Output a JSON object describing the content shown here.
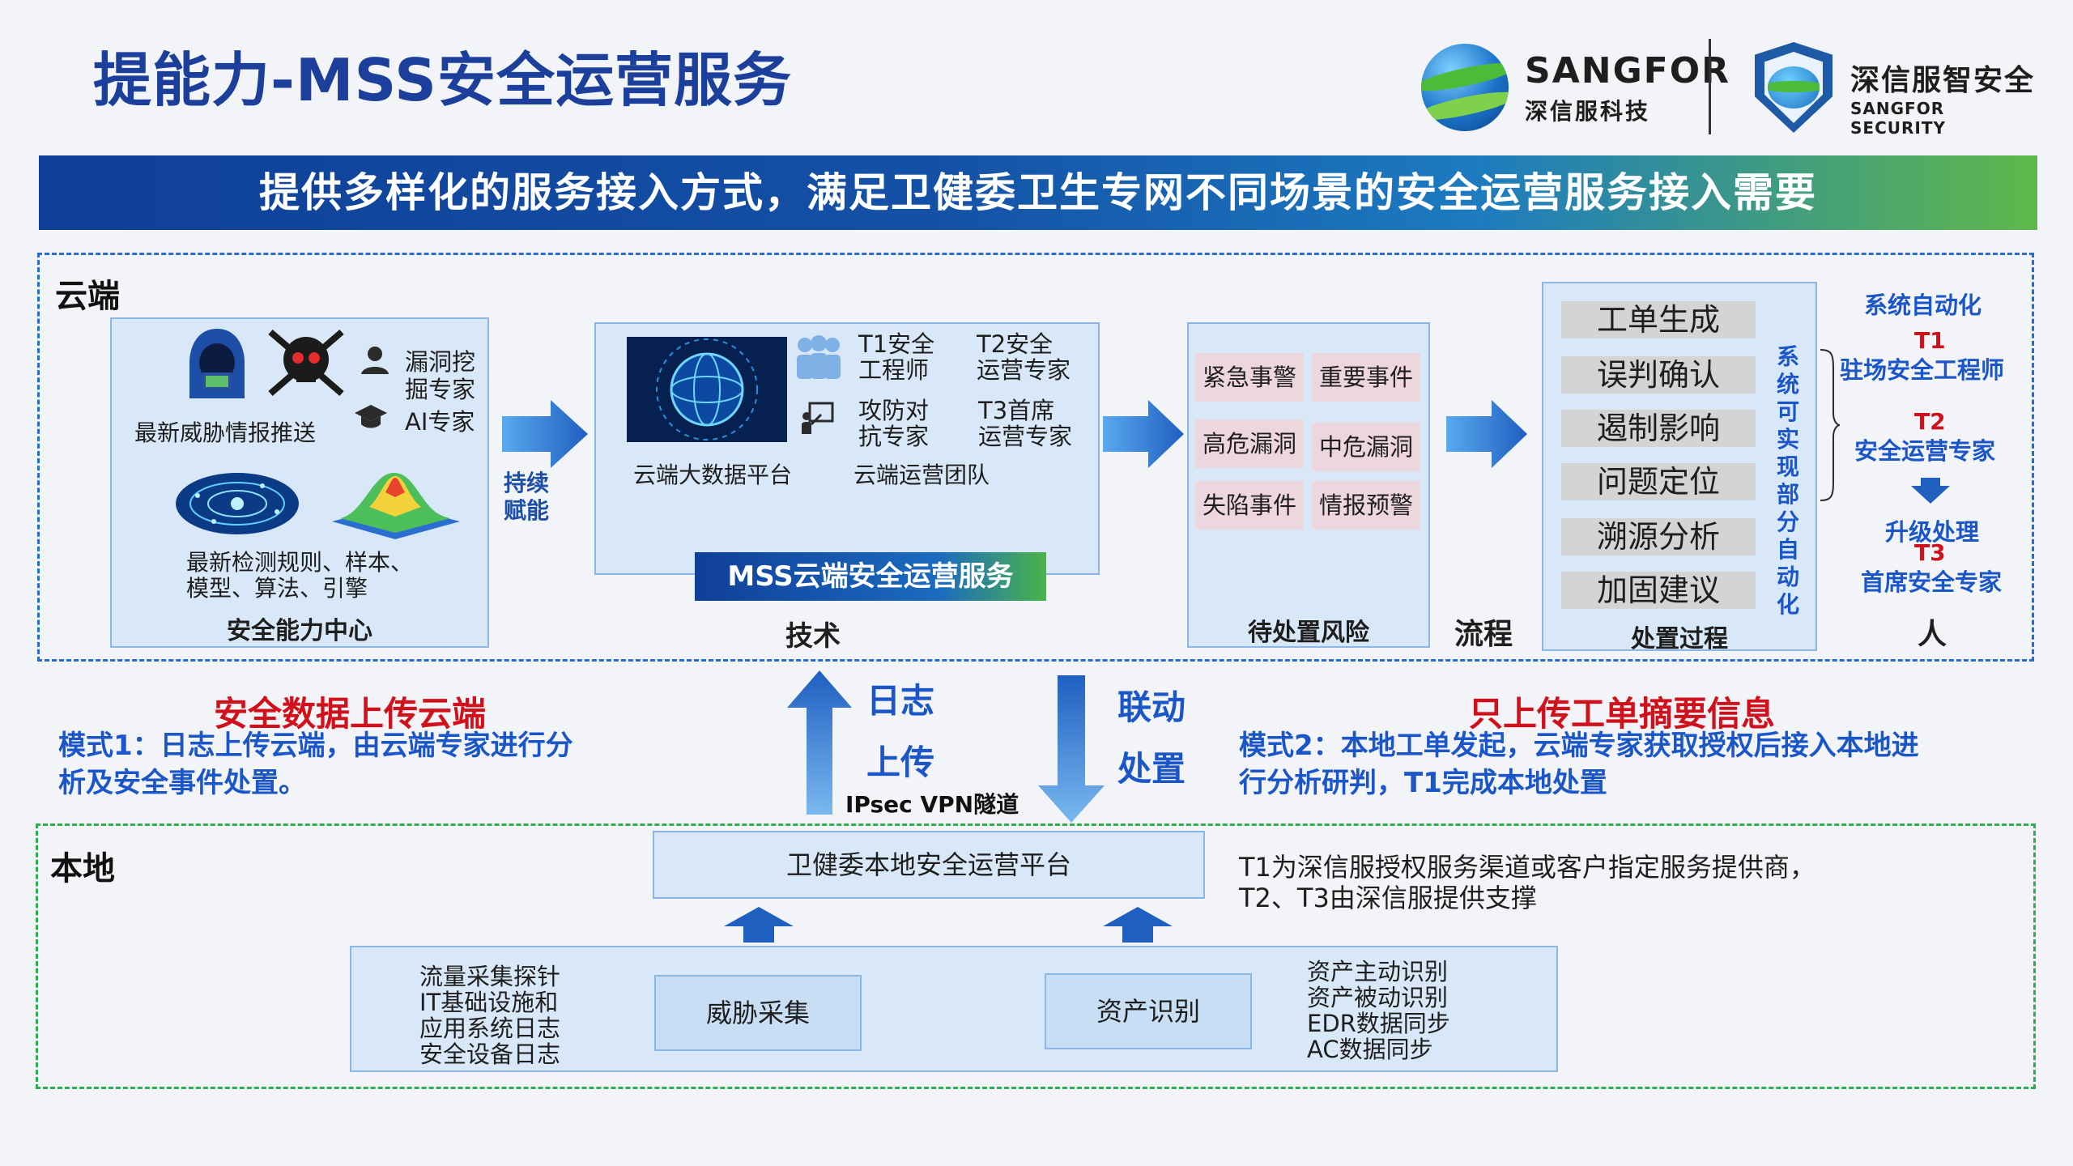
{
  "header": {
    "title": "提能力-MSS安全运营服务",
    "logo1_en": "SANGFOR",
    "logo1_cn": "深信服科技",
    "logo2_cn": "深信服智安全",
    "logo2_en": "SANGFOR SECURITY"
  },
  "banner": {
    "text": "提供多样化的服务接入方式，满足卫健委卫生专网不同场景的安全运营服务接入需要"
  },
  "cloud": {
    "label": "云端",
    "capability_center": {
      "caption": "安全能力中心",
      "threat_intel": "最新威胁情报推送",
      "vuln_expert_line1": "漏洞挖",
      "vuln_expert_line2": "掘专家",
      "ai_expert": "AI专家",
      "rules_line1": "最新检测规则、样本、",
      "rules_line2": "模型、算法、引擎"
    },
    "arrow1_line1": "持续",
    "arrow1_line2": "赋能",
    "tech": {
      "caption": "技术",
      "platform": "云端大数据平台",
      "team": "云端运营团队",
      "t1_line1": "T1安全",
      "t1_line2": "工程师",
      "t2_line1": "T2安全",
      "t2_line2": "运营专家",
      "attack_line1": "攻防对",
      "attack_line2": "抗专家",
      "t3_line1": "T3首席",
      "t3_line2": "运营专家",
      "mss_label": "MSS云端安全运营服务"
    },
    "risk": {
      "caption": "待处置风险",
      "items": [
        "紧急事警",
        "重要事件",
        "高危漏洞",
        "中危漏洞",
        "失陷事件",
        "情报预警"
      ]
    },
    "process": {
      "label": "流程",
      "caption": "处置过程",
      "steps": [
        "工单生成",
        "误判确认",
        "遏制影响",
        "问题定位",
        "溯源分析",
        "加固建议"
      ],
      "auto_vertical": "系统可实现部分自动化"
    },
    "people": {
      "label": "人",
      "auto": "系统自动化",
      "t1": "T1",
      "t1_role": "驻场安全工程师",
      "t2": "T2",
      "t2_role": "安全运营专家",
      "escalate": "升级处理",
      "t3": "T3",
      "t3_role": "首席安全专家"
    }
  },
  "middle": {
    "left_title": "安全数据上传云端",
    "left_desc_line1": "模式1：日志上传云端，由云端专家进行分",
    "left_desc_line2": "析及安全事件处置。",
    "up_line1": "日志",
    "up_line2": "上传",
    "vpn": "IPsec VPN隧道",
    "down_line1": "联动",
    "down_line2": "处置",
    "right_title": "只上传工单摘要信息",
    "right_desc_line1": "模式2：本地工单发起，云端专家获取授权后接入本地进",
    "right_desc_line2": "行分析研判，T1完成本地处置"
  },
  "local": {
    "label": "本地",
    "platform": "卫健委本地安全运营平台",
    "note_line1": "T1为深信服授权服务渠道或客户指定服务提供商，",
    "note_line2": "T2、T3由深信服提供支撑",
    "sources": [
      "流量采集探针",
      "IT基础设施和",
      "应用系统日志",
      "安全设备日志"
    ],
    "threat_collect": "威胁采集",
    "asset_identify": "资产识别",
    "assets": [
      "资产主动识别",
      "资产被动识别",
      "EDR数据同步",
      "AC数据同步"
    ]
  },
  "colors": {
    "title_blue": "#1b3f9b",
    "accent_blue": "#1b56c8",
    "accent_red": "#d0101a",
    "panel_fill": "#d9e8f8",
    "risk_cell": "#eed7dc",
    "cloud_frame": "#2a6bc6",
    "local_frame": "#2eae4f"
  }
}
